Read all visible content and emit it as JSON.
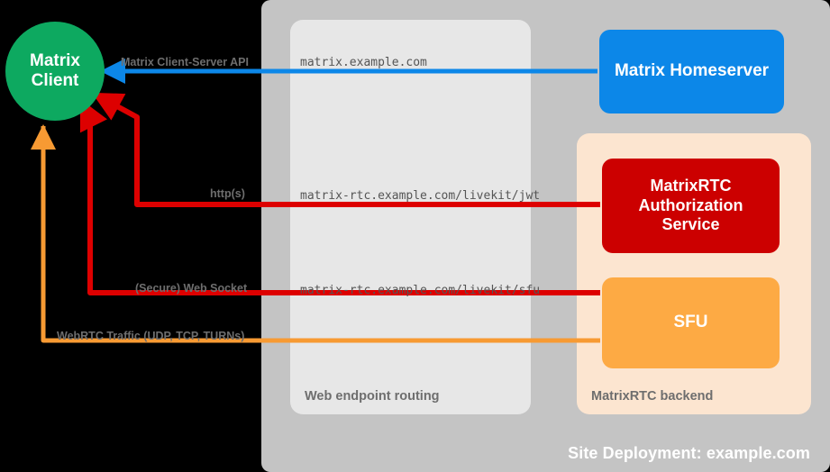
{
  "site": {
    "label": "Site Deployment: example.com",
    "bg_color": "#C4C4C4"
  },
  "panels": {
    "routing": {
      "label": "Web endpoint routing",
      "bg_color": "#E7E7E7"
    },
    "backend": {
      "label": "MatrixRTC backend",
      "bg_color": "#FCE5D0"
    }
  },
  "nodes": {
    "client": {
      "line1": "Matrix",
      "line2": "Client",
      "color": "#0DA960"
    },
    "homeserver": {
      "label": "Matrix Homeserver",
      "color": "#0C87E8"
    },
    "auth_service": {
      "line1": "MatrixRTC",
      "line2": "Authorization",
      "line3": "Service",
      "color": "#CC0000"
    },
    "sfu": {
      "label": "SFU",
      "color": "#FDAA44"
    }
  },
  "flows": [
    {
      "protocol": "Matrix Client-Server API",
      "endpoint": "matrix.example.com",
      "color": "#0C87E8"
    },
    {
      "protocol": "http(s)",
      "endpoint": "matrix-rtc.example.com/livekit/jwt",
      "color": "#DD0000"
    },
    {
      "protocol": "(Secure) Web Socket",
      "endpoint": "matrix-rtc.example.com/livekit/sfu",
      "color": "#DD0000"
    },
    {
      "protocol": "WebRTC Traffic (UDP, TCP, TURNs)",
      "endpoint": "",
      "color": "#F79A33"
    }
  ]
}
